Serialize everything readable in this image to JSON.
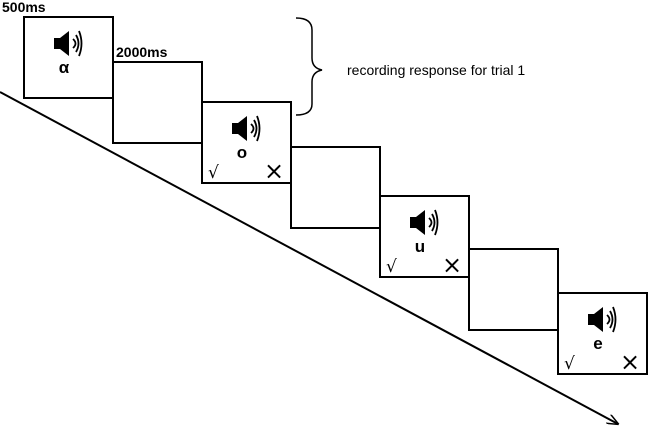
{
  "timing": {
    "stimulus_duration": "500ms",
    "blank_duration": "2000ms"
  },
  "annotation": {
    "text": "recording response for trial 1"
  },
  "stimuli": [
    {
      "vowel": "α",
      "feedback": false
    },
    {
      "vowel": "o",
      "feedback": true
    },
    {
      "vowel": "u",
      "feedback": true
    },
    {
      "vowel": "e",
      "feedback": true
    }
  ],
  "feedback_marks": {
    "correct": "√",
    "incorrect": "×"
  },
  "icons": {
    "stimulus_icon": "speaker-icon",
    "time_axis": "arrow-icon"
  },
  "colors": {
    "stroke": "#000000",
    "background": "#ffffff"
  }
}
